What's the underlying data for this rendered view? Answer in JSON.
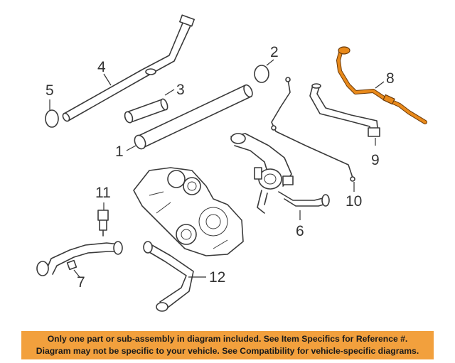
{
  "diagram": {
    "highlight_color": "#e8891a",
    "callouts": [
      "1",
      "2",
      "3",
      "4",
      "5",
      "6",
      "7",
      "8",
      "9",
      "10",
      "11",
      "12"
    ]
  },
  "disclaimer": {
    "line1": "Only one part or sub-assembly in diagram included. See Item Specifics for Reference #.",
    "line2": "Diagram may not be specific to your vehicle. See Compatibility for vehicle-specific diagrams.",
    "background": "#f2a03d"
  }
}
